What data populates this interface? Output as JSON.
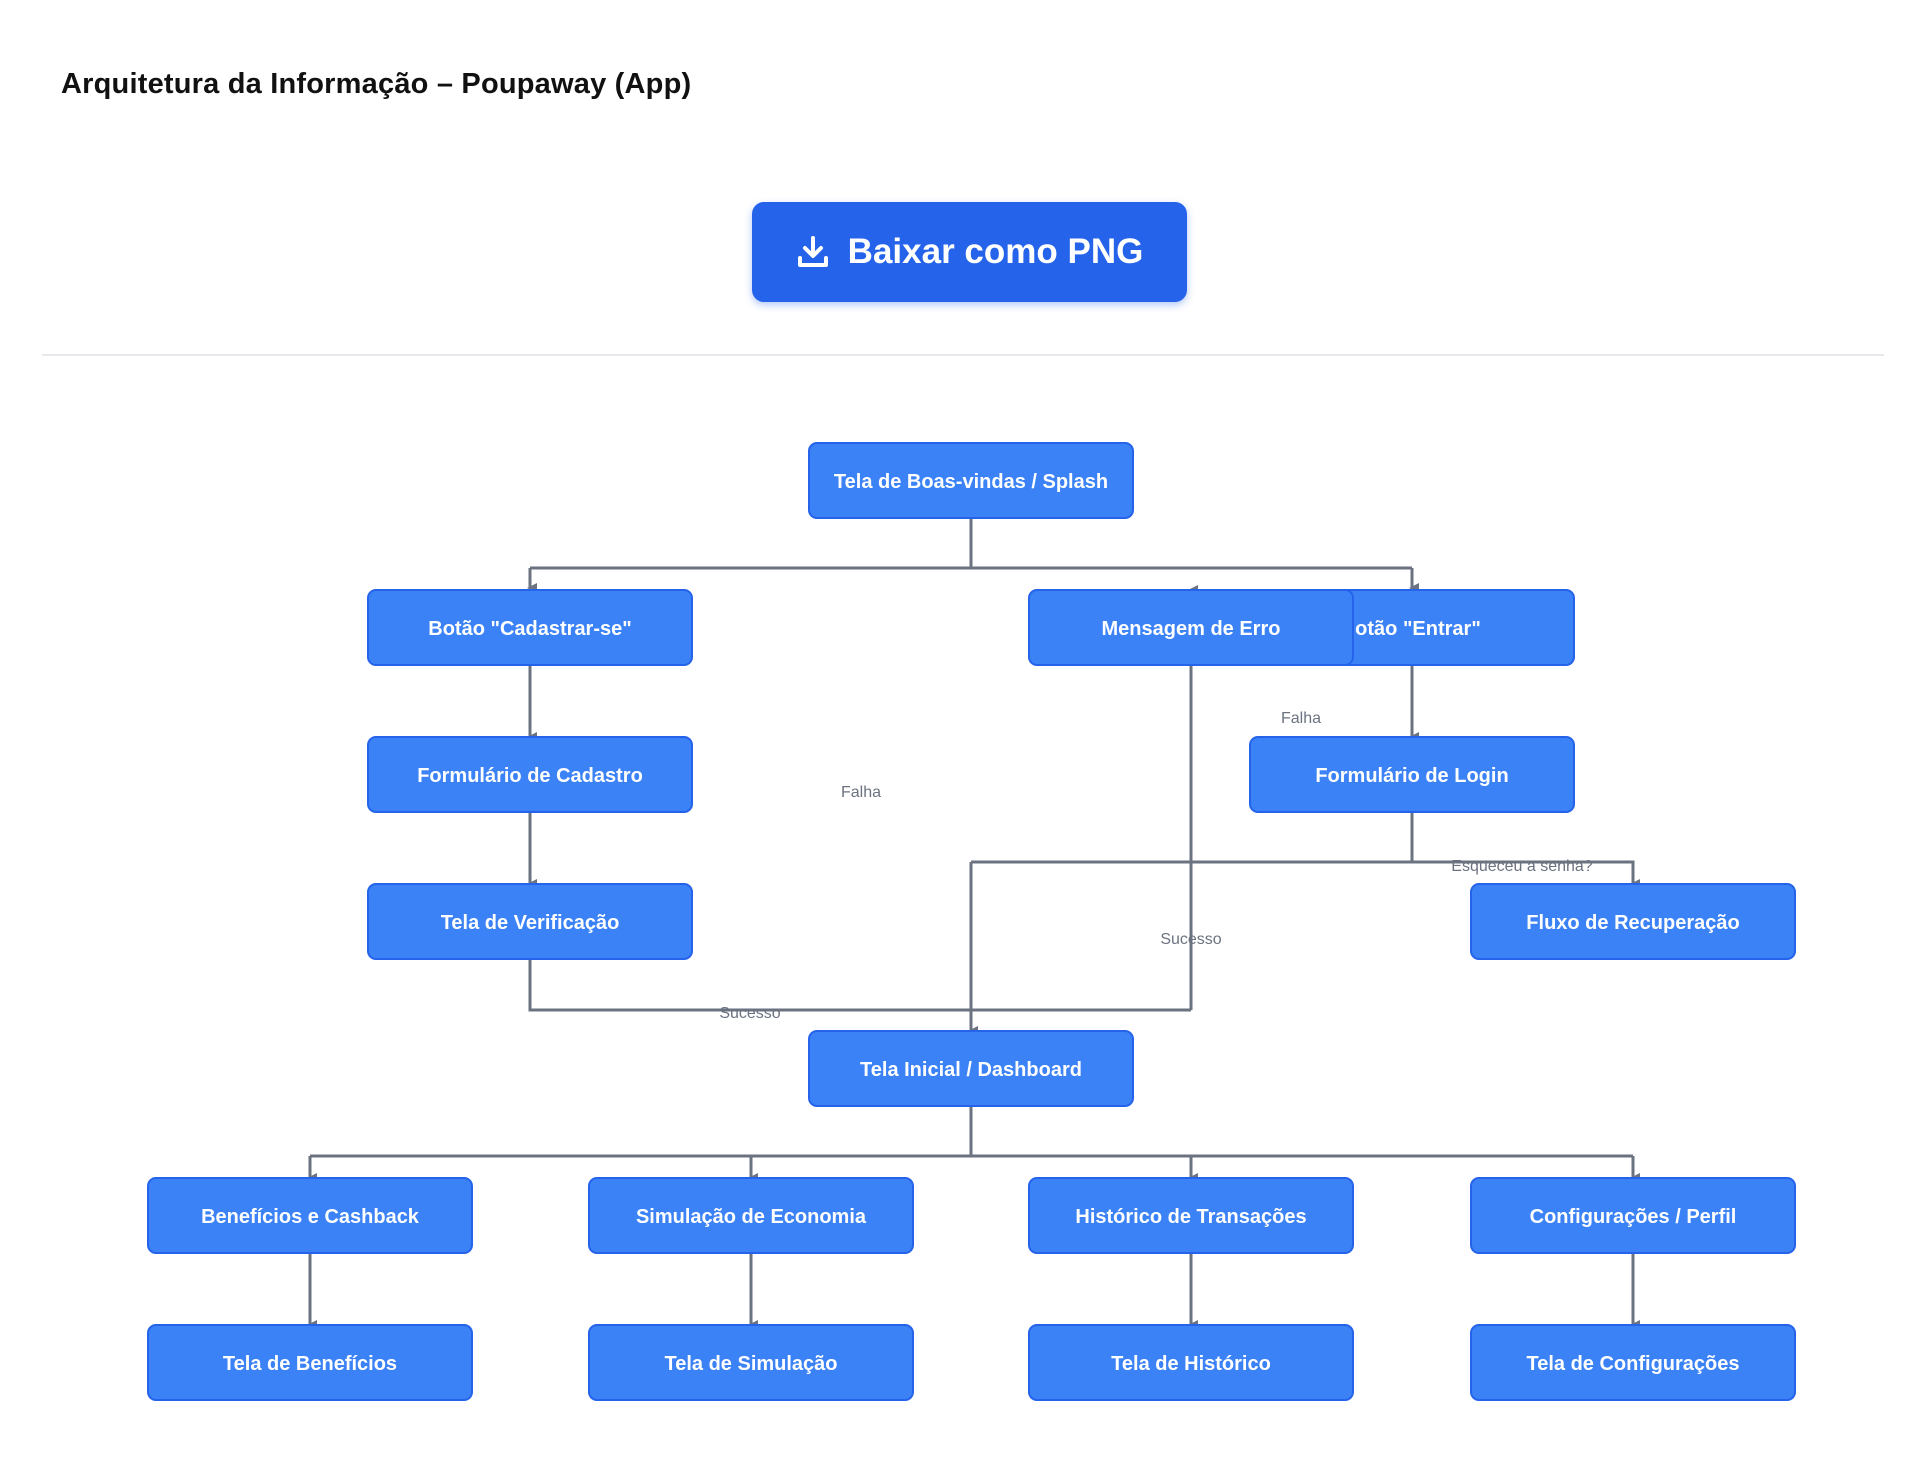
{
  "page": {
    "title": "Arquitetura da Informação – Poupaway (App)",
    "download_label": "Baixar como PNG",
    "download_icon": "download-icon"
  },
  "colors": {
    "node_fill": "#3b82f6",
    "node_border": "#2563eb",
    "button": "#2563eb",
    "edge": "#6b7280",
    "edge_label": "#6b7280"
  },
  "diagram": {
    "nodes": {
      "splash": "Tela de Boas-vindas / Splash",
      "btn_cadastrar": "Botão \"Cadastrar-se\"",
      "btn_entrar": "otão \"Entrar\"",
      "erro": "Mensagem de Erro",
      "form_cadastro": "Formulário de Cadastro",
      "form_login": "Formulário de Login",
      "verificacao": "Tela de Verificação",
      "recuperacao": "Fluxo de Recuperação",
      "dashboard": "Tela Inicial / Dashboard",
      "beneficios_cashback": "Benefícios e Cashback",
      "simulacao_economia": "Simulação de Economia",
      "historico_transacoes": "Histórico de Transações",
      "config_perfil": "Configurações / Perfil",
      "tela_beneficios": "Tela de Benefícios",
      "tela_simulacao": "Tela de Simulação",
      "tela_historico": "Tela de Histórico",
      "tela_config": "Tela de Configurações"
    },
    "edge_labels": {
      "falha_login": "Falha",
      "falha_cadastro": "Falha",
      "esqueceu_senha": "Esqueceu a senha?",
      "sucesso_login": "Sucesso",
      "sucesso_cadastro": "Sucesso"
    }
  }
}
